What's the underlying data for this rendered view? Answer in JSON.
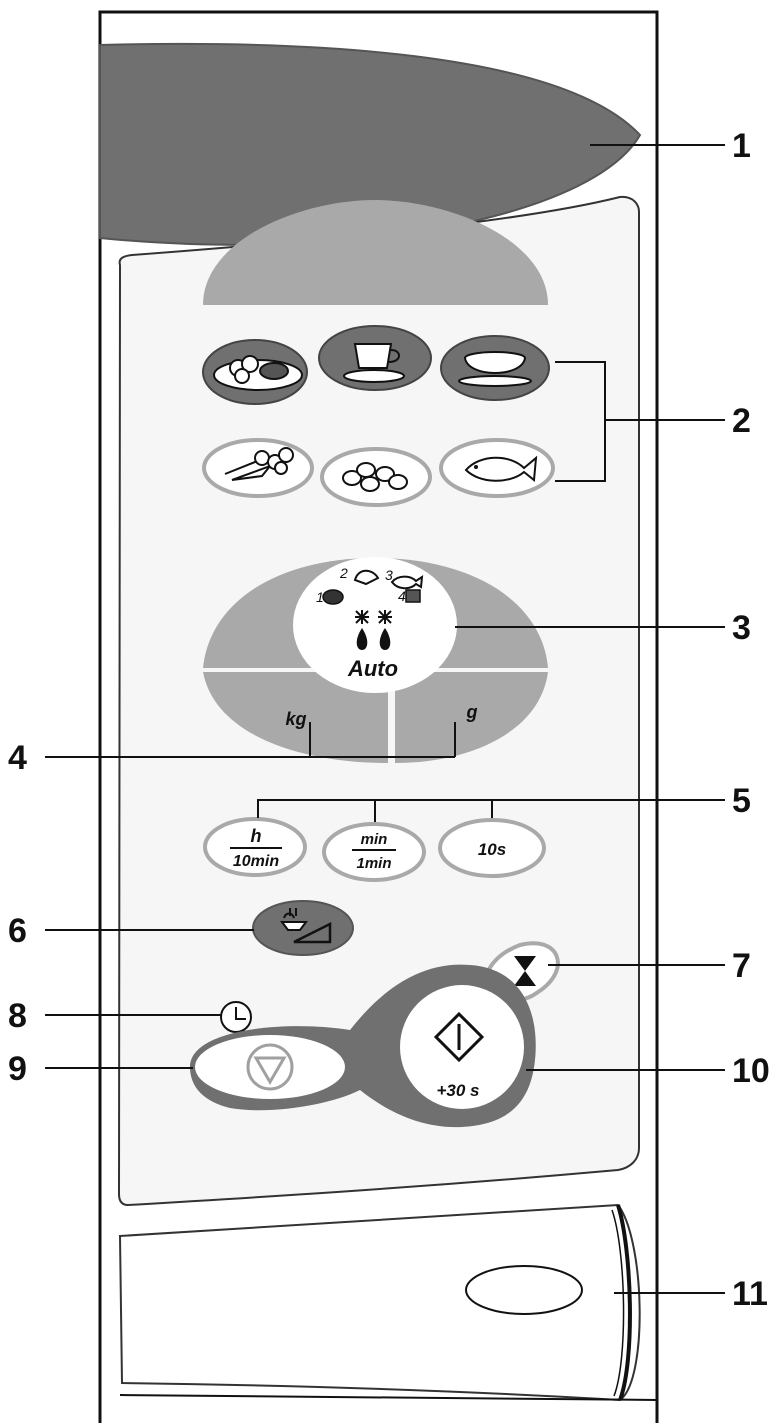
{
  "callouts": [
    "1",
    "2",
    "3",
    "4",
    "5",
    "6",
    "7",
    "8",
    "9",
    "10",
    "11"
  ],
  "auto_dial": {
    "label": "Auto",
    "food_numbers": [
      "1",
      "2",
      "3",
      "4"
    ],
    "weight_left": "kg",
    "weight_right": "g"
  },
  "time_buttons": {
    "hours_top": "h",
    "hours_bottom": "10min",
    "minutes_top": "min",
    "minutes_bottom": "1min",
    "seconds": "10s"
  },
  "start_button": {
    "label": "+30 s"
  },
  "colors": {
    "dark": "#707070",
    "mid": "#a9a9a9",
    "light": "#d9d9d9",
    "panel": "#f4f4f4",
    "ink": "#111111"
  },
  "icons": {
    "preset_row1": [
      "plated-meal-icon",
      "coffee-cup-icon",
      "soup-bowl-icon"
    ],
    "preset_row2": [
      "vegetables-icon",
      "potatoes-icon",
      "fish-icon"
    ],
    "auto_foods": [
      "meat-icon",
      "poultry-icon",
      "fish-icon",
      "bread-icon"
    ],
    "defrost": "defrost-drops-icon",
    "combi": "grill-combi-icon",
    "timer": "hourglass-icon",
    "clock": "clock-icon",
    "stop": "stop-icon",
    "start": "start-icon"
  }
}
